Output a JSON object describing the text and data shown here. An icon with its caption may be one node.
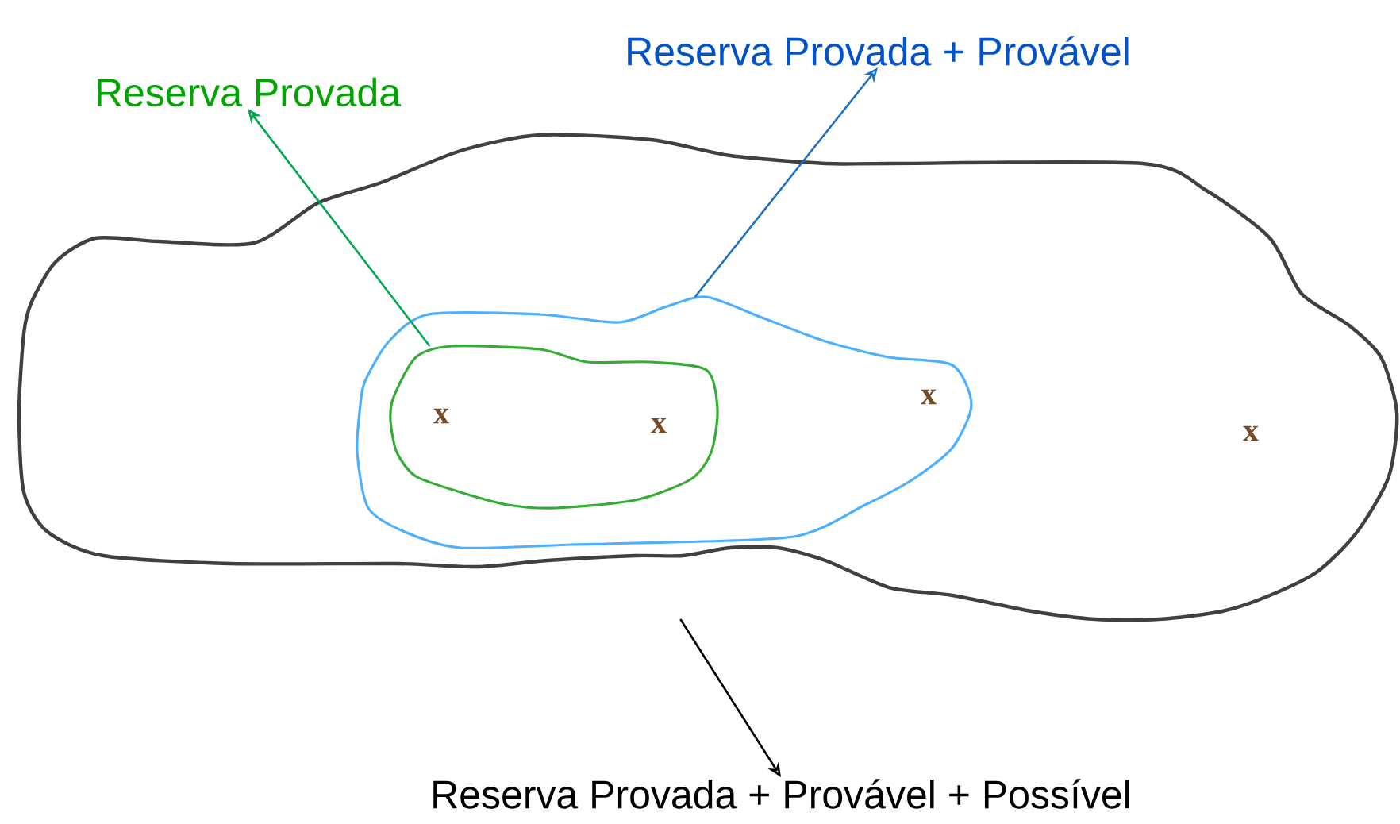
{
  "diagram": {
    "nodes": [
      {
        "text": [],
        "shape": "contour"
      },
      {
        "text": [],
        "shape": "contour",
        "in": 0
      },
      {
        "text": [],
        "shape": "contour",
        "in": 1
      },
      {
        "text": [
          "Reserva Provada"
        ]
      },
      {
        "text": [
          "Reserva Provada + Provável"
        ]
      },
      {
        "text": [
          "Reserva Provada + Provável + Possível"
        ]
      }
    ],
    "edges": [
      {
        "from": 2,
        "to": 3,
        "arrow": "to",
        "color": "#00a651"
      },
      {
        "from": 1,
        "to": 4,
        "arrow": "to",
        "color": "#1a6fc0"
      },
      {
        "from": 0,
        "to": 5,
        "arrow": "to",
        "color": "#000000"
      }
    ],
    "labels": [
      "x",
      "x",
      "x",
      "x"
    ]
  }
}
